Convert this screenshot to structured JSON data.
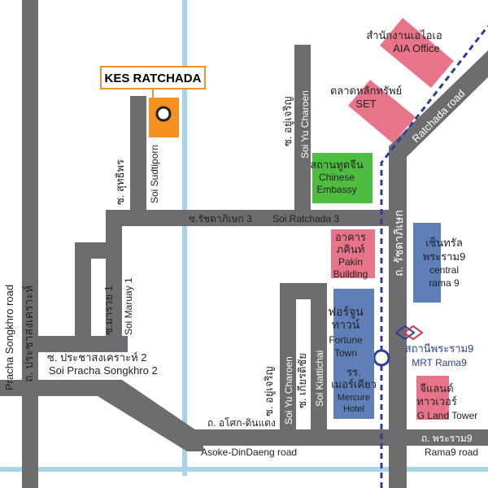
{
  "map": {
    "colors": {
      "road": "#6d6d70",
      "canal": "#a9d3e6",
      "mrt": "#2a3f9a",
      "pink": "#e8748a",
      "blue": "#5f7fb8",
      "green": "#4ebd3f",
      "orange": "#f39220",
      "text": "#222222"
    },
    "school": {
      "name": "KES RATCHADA"
    },
    "roads": {
      "pracha_songkhro_th": "ถ. ประชาสงเคราะห์",
      "pracha_songkhro_en": "Pracha Songkhro road",
      "ratchada_th": "ถ. รัชดาภิเษก",
      "ratchada_en": "Ratchada road",
      "asoke_th": "ถ. อโศก-ดินแดง",
      "asoke_en": "Asoke-DinDaeng road",
      "rama9_th": "ถ. พระราม9",
      "rama9_en": "Rama9 road",
      "soi_ratchada3_th": "ซ.รัชดาภิเษก 3",
      "soi_ratchada3_en": "Soi Ratchada 3",
      "soi_pracha2_th": "ซ. ประชาสงเคราะห์ 2",
      "soi_pracha2_en": "Soi Pracha Songkhro 2",
      "soi_sudtiporn_th": "ซ. สุทธิพร",
      "soi_sudtiporn_en": "Soi Sudtiporn",
      "soi_maruay_th": "ซ.มารวย 1",
      "soi_maruay_en": "Soi Maruay 1",
      "soi_yucharoen_top_th": "ซ. อยู่เจริญ",
      "soi_yucharoen_top_en": "Soi Yu Charoen",
      "soi_yucharoen_bottom_th": "ซ. อยู่เจริญ",
      "soi_yucharoen_bottom_en": "Soi Yu Charoen",
      "soi_kiattichai_th": "ซ. เกียรติชัย",
      "soi_kiattichai_en": "Soi Kiattichai"
    },
    "landmarks": {
      "aia_th": "สำนักงานเอไอเอ",
      "aia_en": "AIA Office",
      "set_th": "ตลาดหลักทรัพย์",
      "set_en": "SET",
      "chinese_th": "สถานทูตจีน",
      "chinese_en1": "Chinese",
      "chinese_en2": "Embassy",
      "pakin_th1": "อาคาร",
      "pakin_th2": "ภคินท์",
      "pakin_en1": "Pakin",
      "pakin_en2": "Building",
      "central_th1": "เซ็นทรัล",
      "central_th2": "พระราม9",
      "central_en1": "central",
      "central_en2": "rama 9",
      "fortune_th1": "ฟอร์จูน",
      "fortune_th2": "ทาวน์",
      "fortune_en1": "Fortune",
      "fortune_en2": "Town",
      "mercure_th1": "รร.",
      "mercure_th2": "เมอร์เคียว",
      "mercure_en1": "Mercure",
      "mercure_en2": "Hotel",
      "gland_th1": "จีแลนด์",
      "gland_th2": "ทาวเวอร์",
      "gland_en": "G Land Tower",
      "mrt_th": "สถานีพระราม9",
      "mrt_en": "MRT Rama9"
    }
  }
}
